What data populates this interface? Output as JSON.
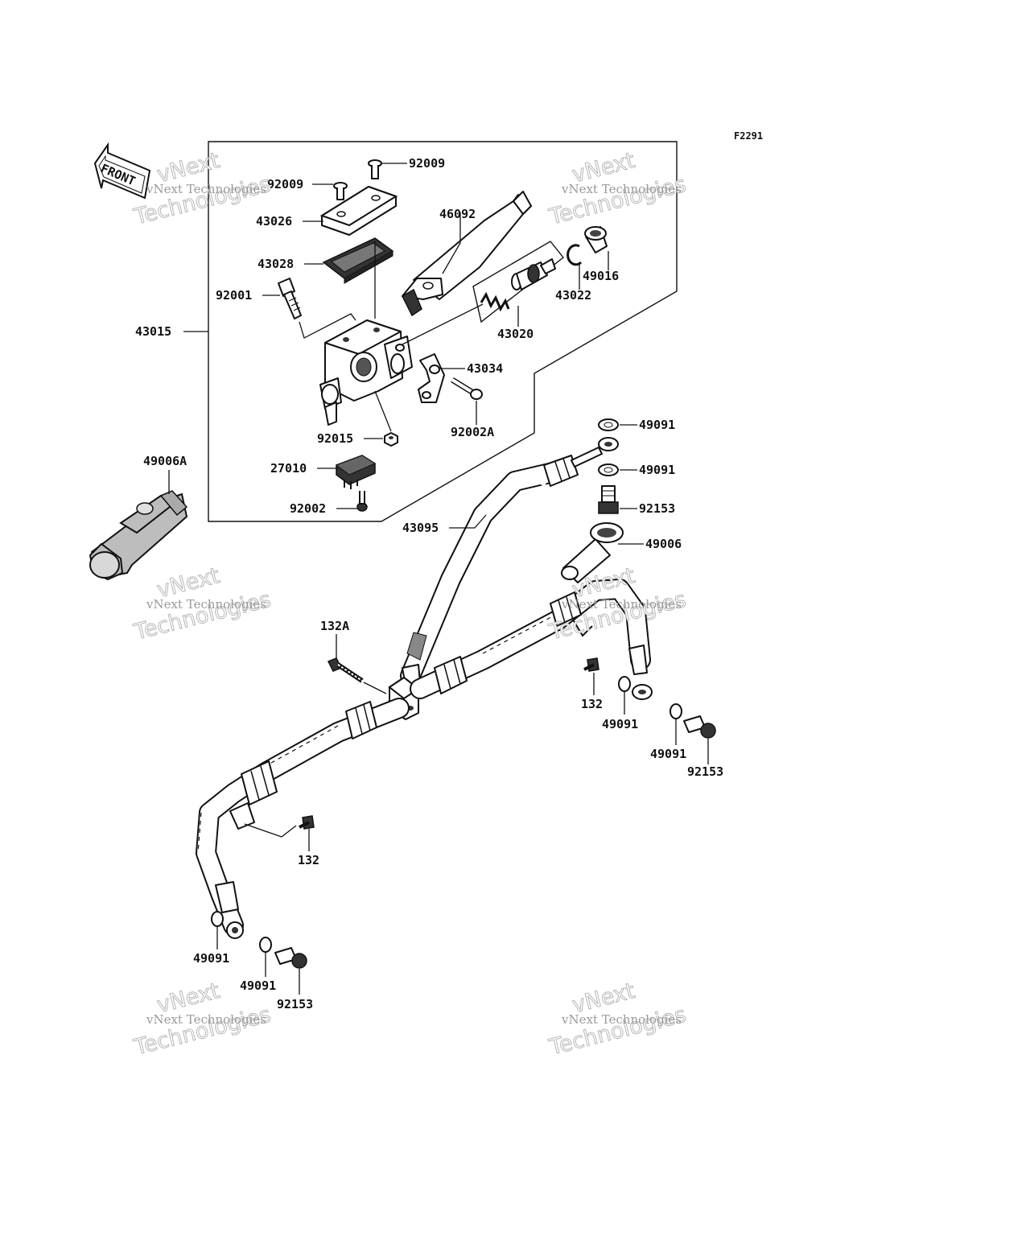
{
  "diagram_code": "F2291",
  "front_marker": "FRONT",
  "watermark": {
    "small_text": "vNext Technologies",
    "big_line1": "vNext",
    "big_line2": "Technologies"
  },
  "callouts": [
    {
      "id": "92009-top",
      "text": "92009"
    },
    {
      "id": "92009-left",
      "text": "92009"
    },
    {
      "id": "43026",
      "text": "43026"
    },
    {
      "id": "46092",
      "text": "46092"
    },
    {
      "id": "43028",
      "text": "43028"
    },
    {
      "id": "49016",
      "text": "49016"
    },
    {
      "id": "92001",
      "text": "92001"
    },
    {
      "id": "43022",
      "text": "43022"
    },
    {
      "id": "43020",
      "text": "43020"
    },
    {
      "id": "43015",
      "text": "43015"
    },
    {
      "id": "43034",
      "text": "43034"
    },
    {
      "id": "92002A",
      "text": "92002A"
    },
    {
      "id": "49091-a",
      "text": "49091"
    },
    {
      "id": "92015",
      "text": "92015"
    },
    {
      "id": "49006A",
      "text": "49006A"
    },
    {
      "id": "27010",
      "text": "27010"
    },
    {
      "id": "49091-b",
      "text": "49091"
    },
    {
      "id": "92153-a",
      "text": "92153"
    },
    {
      "id": "92002",
      "text": "92002"
    },
    {
      "id": "43095",
      "text": "43095"
    },
    {
      "id": "49006",
      "text": "49006"
    },
    {
      "id": "132A",
      "text": "132A"
    },
    {
      "id": "132-a",
      "text": "132"
    },
    {
      "id": "49091-c",
      "text": "49091"
    },
    {
      "id": "49091-d",
      "text": "49091"
    },
    {
      "id": "92153-b",
      "text": "92153"
    },
    {
      "id": "132-b",
      "text": "132"
    },
    {
      "id": "49091-e",
      "text": "49091"
    },
    {
      "id": "49091-f",
      "text": "49091"
    },
    {
      "id": "92153-c",
      "text": "92153"
    }
  ]
}
